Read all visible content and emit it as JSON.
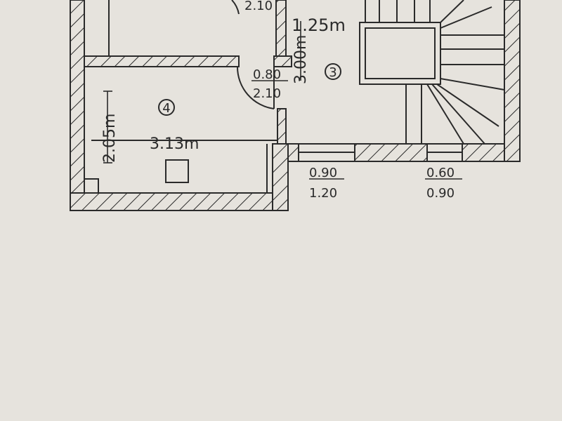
{
  "labels": {
    "door_top_frac_bottom": "2.10",
    "width_stair_room": "1.25m",
    "height_stair_room": "3.00m",
    "room3_number": "3",
    "door_mid_top": "0.80",
    "door_mid_bottom": "2.10",
    "room4_number": "4",
    "room4_height": "2.05m",
    "room4_width": "3.13m",
    "window1_top": "0.90",
    "window1_bottom": "1.20",
    "window2_top": "0.60",
    "window2_bottom": "0.90"
  },
  "colors": {
    "background": "#e6e3dd",
    "ink": "#2a2a2a"
  }
}
